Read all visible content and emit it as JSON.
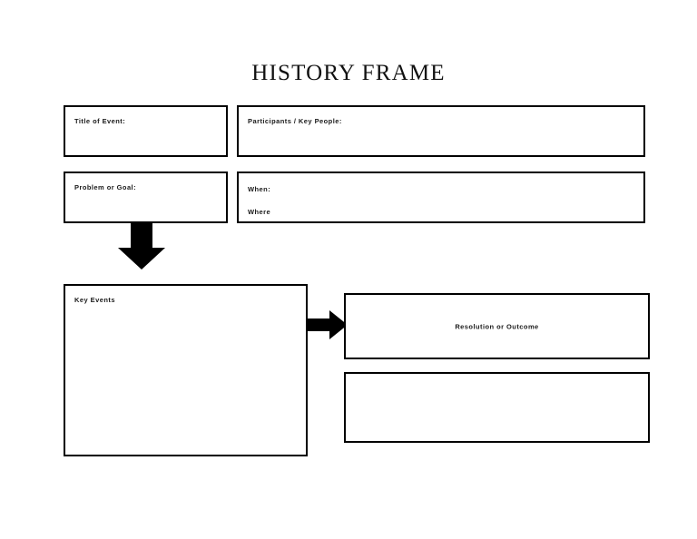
{
  "page": {
    "title": "HISTORY FRAME",
    "background_color": "#ffffff",
    "line_color": "#000000",
    "text_color": "#1a1a1a"
  },
  "boxes": {
    "title_of_event": {
      "label": "Title of Event:"
    },
    "participants": {
      "label": "Participants / Key People:"
    },
    "problem_or_goal": {
      "label": "Problem or Goal:"
    },
    "when_where": {
      "when_label": "When:",
      "where_label": "Where"
    },
    "key_events": {
      "label": "Key Events"
    },
    "resolution": {
      "label": "Resolution or Outcome"
    },
    "extra": {
      "label": ""
    }
  },
  "arrows": {
    "down": {
      "name": "arrow-down-icon",
      "direction": "down"
    },
    "right": {
      "name": "arrow-right-icon",
      "direction": "right"
    }
  }
}
